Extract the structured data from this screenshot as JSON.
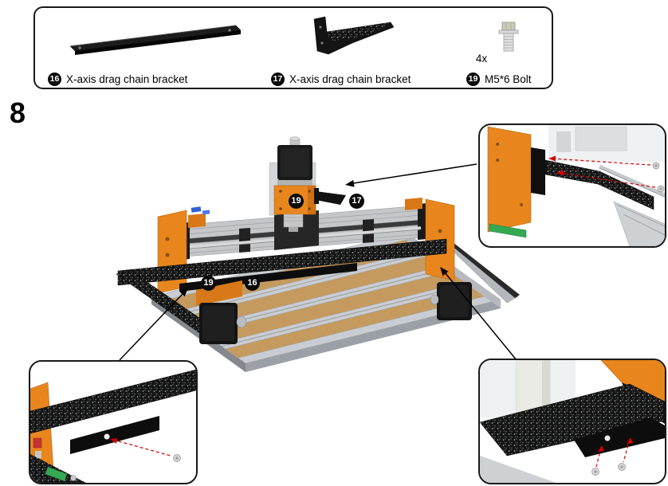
{
  "step": {
    "number": "8"
  },
  "parts_box": {
    "items": [
      {
        "badge": "16",
        "label": "X-axis drag chain bracket"
      },
      {
        "badge": "17",
        "label": "X-axis drag chain bracket"
      },
      {
        "badge": "19",
        "label": "M5*6 Bolt",
        "qty": "4x"
      }
    ]
  },
  "scene": {
    "callouts": [
      {
        "badge": "19"
      },
      {
        "badge": "17"
      },
      {
        "badge": "19"
      },
      {
        "badge": "16"
      }
    ]
  },
  "colors": {
    "accent_orange": "#E8861D",
    "badge_black": "#0A0A0A",
    "guide_red": "#D40000"
  }
}
